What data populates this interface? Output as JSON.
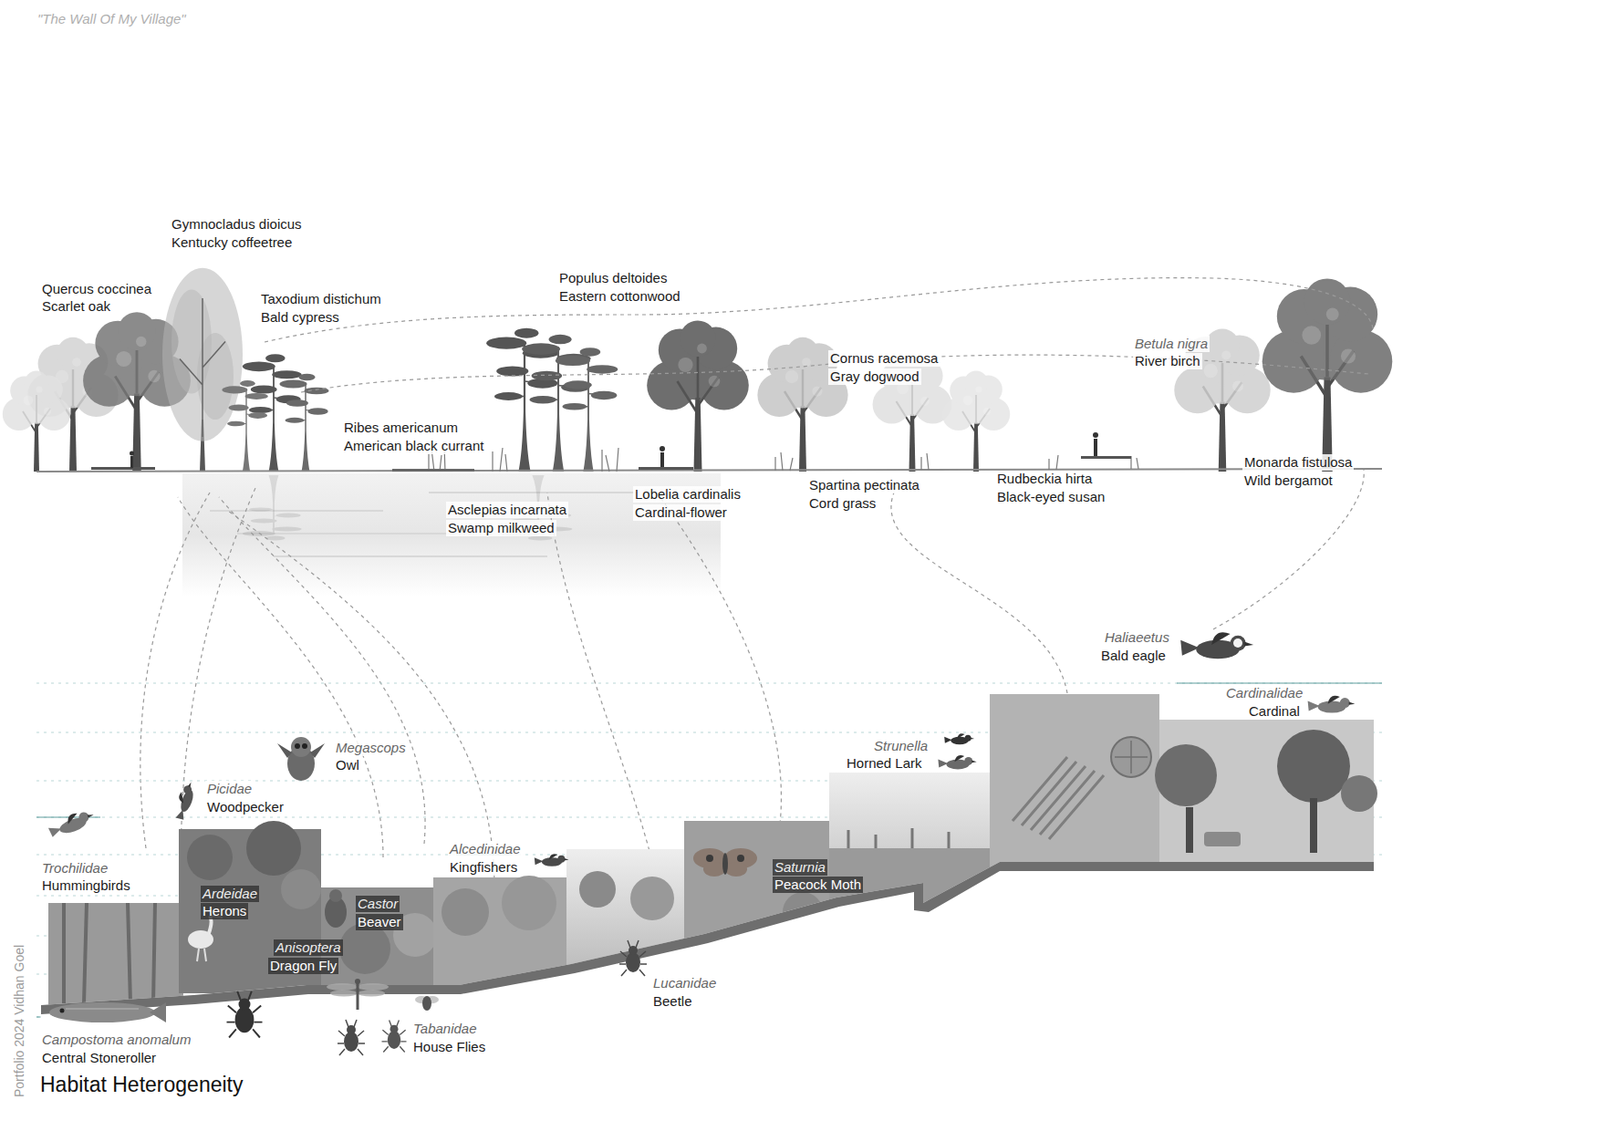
{
  "diagram": {
    "title": "Habitat Heterogeneity",
    "labels": [
      "\"The Wall Of My Village\"",
      "Gymnocladus dioicus",
      "Kentucky coffeetree",
      "Quercus coccinea",
      "Scarlet oak",
      "Taxodium distichum",
      "Bald cypress",
      "Populus deltoides",
      "Eastern cottonwood",
      "Ribes americanum",
      "American black currant",
      "Cornus racemosa",
      "Gray dogwood",
      "Betula nigra",
      "River birch",
      "Asclepias incarnata",
      "Swamp milkweed",
      "Lobelia cardinalis",
      "Cardinal-flower",
      "Spartina pectinata",
      "Cord grass",
      "Rudbeckia hirta",
      "Black-eyed susan",
      "Monarda fistulosa",
      "Wild bergamot",
      "Haliaeetus",
      "Bald eagle",
      "Cardinalidae",
      "Cardinal",
      "Megascops",
      "Owl",
      "Strunella",
      "Horned Lark",
      "Picidae",
      "Woodpecker",
      "Alcedinidae",
      "Kingfishers",
      "Trochilidae",
      "Hummingbirds",
      "Ardeidae",
      "Herons",
      "Castor",
      "Beaver",
      "Saturnia",
      "Peacock Moth",
      "Anisoptera",
      "Dragon Fly",
      "Lucanidae",
      "Beetle",
      "Tabanidae",
      "House Flies",
      "Campostoma anomalum",
      "Central Stoneroller",
      "Portfolio 2024 Vidhan Goel"
    ]
  }
}
